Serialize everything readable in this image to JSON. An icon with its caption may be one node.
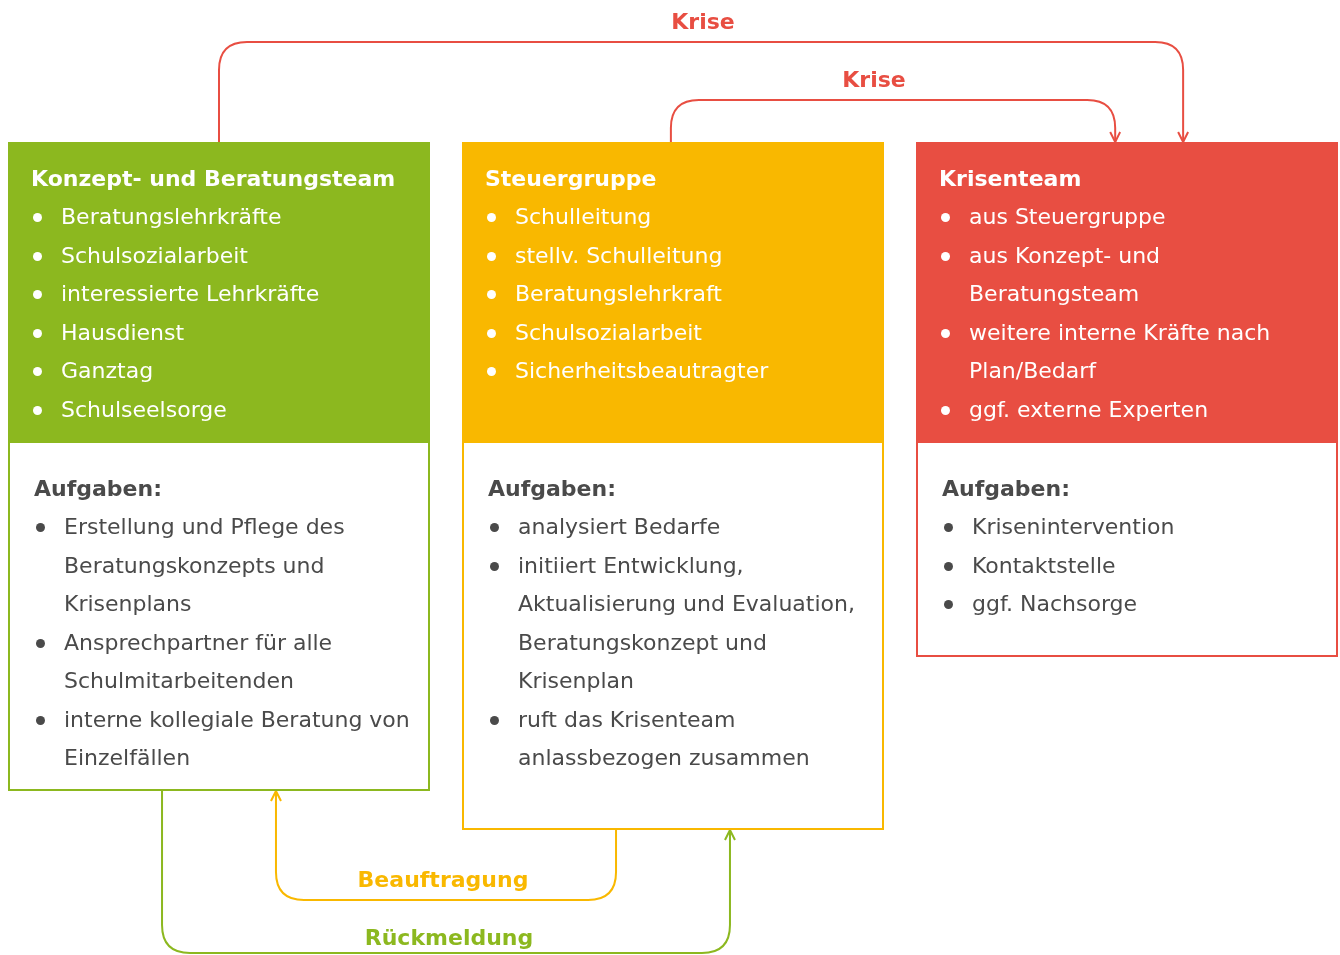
{
  "diagram": {
    "nodes": [
      {
        "text": [
          "Konzept- und Beratungsteam",
          "Beratungslehrkräfte",
          "Schulsozialarbeit",
          "interessierte Lehrkräfte",
          "Hausdienst",
          "Ganztag",
          "Schulseelsorge"
        ]
      },
      {
        "text": [
          "Aufgaben:",
          "Erstellung und Pflege des Beratungskonzepts und Krisenplans",
          "Ansprechpartner für alle Schulmitarbeitenden",
          "interne kollegiale Beratung von Einzelfällen"
        ]
      },
      {
        "text": [
          "Steuergruppe",
          "Schulleitung",
          "stellv. Schulleitung",
          "Beratungslehrkraft",
          "Schulsozialarbeit",
          "Sicherheitsbeautragter"
        ]
      },
      {
        "text": [
          "Aufgaben:",
          "analysiert Bedarfe",
          "initiiert Entwicklung, Aktualisierung und Evaluation, Beratungskonzept und Krisenplan",
          "ruft das Krisenteam anlassbezogen zusammen"
        ]
      },
      {
        "text": [
          "Krisenteam",
          "aus Steuergruppe",
          "aus Konzept- und Beratungsteam",
          "weitere interne Kräfte nach Plan/Bedarf",
          "ggf. externe Experten"
        ]
      },
      {
        "text": [
          "Aufgaben:",
          "Krisenintervention",
          "Kontaktstelle",
          "ggf. Nachsorge"
        ]
      }
    ],
    "edges": [
      {
        "from": 0,
        "to": 4,
        "arrow": "to",
        "label": "Krise",
        "color": "#e84e42"
      },
      {
        "from": 2,
        "to": 4,
        "arrow": "to",
        "label": "Krise",
        "color": "#e84e42"
      },
      {
        "from": 3,
        "to": 1,
        "arrow": "to",
        "label": "Beauftragung",
        "color": "#f9b800"
      },
      {
        "from": 1,
        "to": 3,
        "arrow": "to",
        "label": "Rückmeldung",
        "color": "#8cb81f"
      }
    ]
  }
}
